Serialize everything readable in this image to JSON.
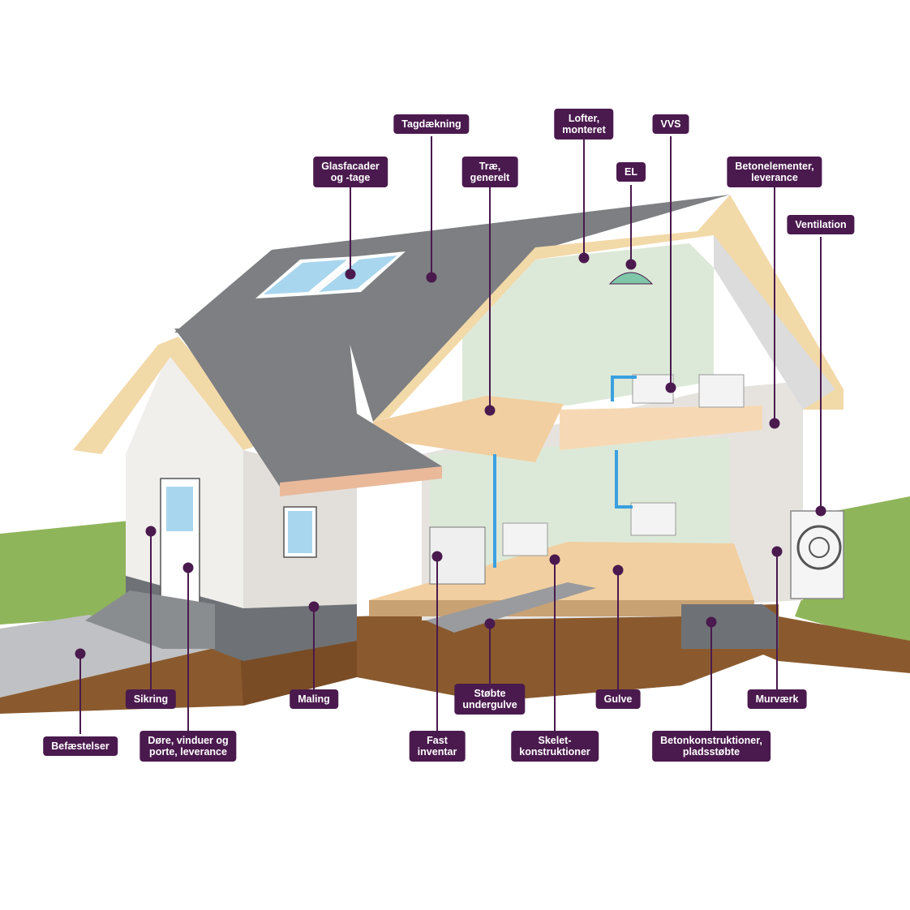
{
  "labels": {
    "tagdaekning": {
      "lines": [
        "Tagdækning"
      ]
    },
    "glasfacader": {
      "lines": [
        "Glasfacader",
        "og -tage"
      ]
    },
    "trae": {
      "lines": [
        "Træ,",
        "generelt"
      ]
    },
    "lofter": {
      "lines": [
        "Lofter,",
        "monteret"
      ]
    },
    "el": {
      "lines": [
        "EL"
      ]
    },
    "vvs": {
      "lines": [
        "VVS"
      ]
    },
    "betonelementer": {
      "lines": [
        "Betonelementer,",
        "leverance"
      ]
    },
    "ventilation": {
      "lines": [
        "Ventilation"
      ]
    },
    "sikring": {
      "lines": [
        "Sikring"
      ]
    },
    "maling": {
      "lines": [
        "Maling"
      ]
    },
    "stobte": {
      "lines": [
        "Støbte",
        "undergulve"
      ]
    },
    "gulve": {
      "lines": [
        "Gulve"
      ]
    },
    "murvaerk": {
      "lines": [
        "Murværk"
      ]
    },
    "befaestelser": {
      "lines": [
        "Befæstelser"
      ]
    },
    "dore": {
      "lines": [
        "Døre, vinduer og",
        "porte, leverance"
      ]
    },
    "fast": {
      "lines": [
        "Fast",
        "inventar"
      ]
    },
    "skelet": {
      "lines": [
        "Skelet-",
        "konstruktioner"
      ]
    },
    "betonkonstruktioner": {
      "lines": [
        "Betonkonstruktioner,",
        "pladsstøbte"
      ]
    }
  },
  "colors": {
    "label_bg": "#4a1a4e",
    "leader": "#4a1a4e",
    "grass": "#8fb55a",
    "soil": "#8a5a2e",
    "roof": "#7d7f82",
    "wall": "#e6e3df",
    "floor": "#f2cfa0",
    "interior": "#dde9d8",
    "pipe": "#3aa0e0"
  }
}
